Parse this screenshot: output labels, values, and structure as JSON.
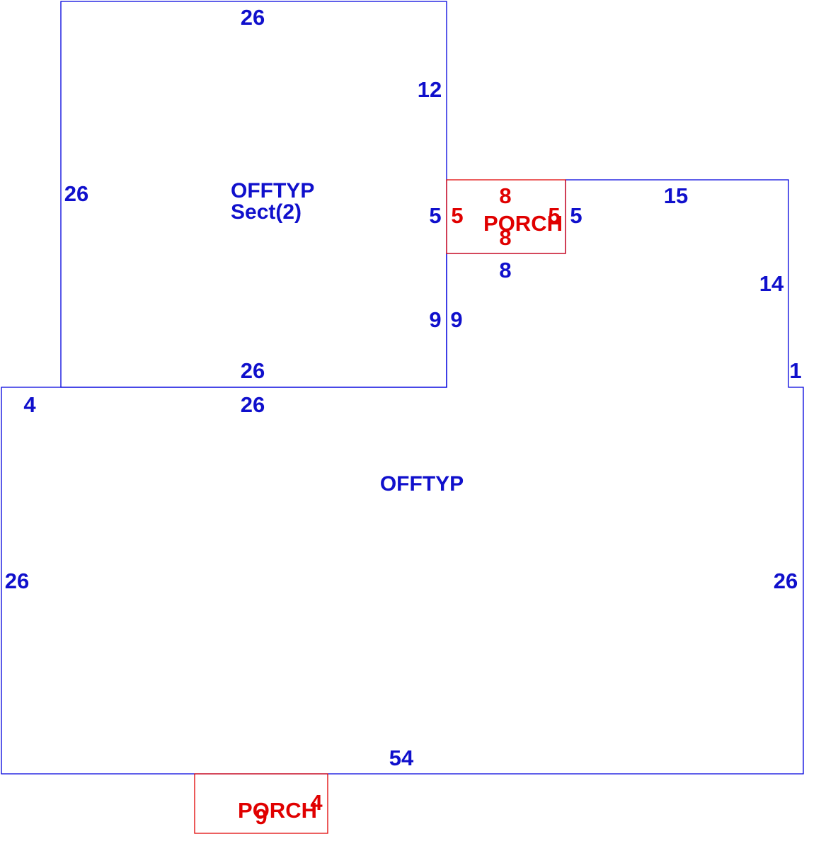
{
  "colors": {
    "main_outline": "#0000dd",
    "main_text": "#1010cc",
    "porch_outline": "#e00000",
    "porch_text": "#e00000"
  },
  "sections": {
    "upper": {
      "name": "OFFTYP",
      "subtitle": "Sect(2)",
      "dims": {
        "top": "26",
        "left": "26",
        "right_upper": "12",
        "right_mid": "5",
        "right_lower": "9",
        "bottom": "26"
      }
    },
    "main": {
      "name": "OFFTYP",
      "dims": {
        "top_left_offset": "4",
        "top": "26",
        "left": "26",
        "right": "26",
        "bottom": "54",
        "notch_left": "9",
        "notch_top": "15",
        "notch_right": "14",
        "notch_step": "1",
        "porch_side": "5",
        "porch_bottom": "8"
      }
    },
    "porch_upper": {
      "name": "PORCH",
      "dims": {
        "top": "8",
        "left": "5",
        "right": "5",
        "bottom": "8"
      }
    },
    "porch_lower": {
      "name": "PORCH",
      "dims": {
        "width": "9",
        "depth": "4"
      }
    }
  }
}
